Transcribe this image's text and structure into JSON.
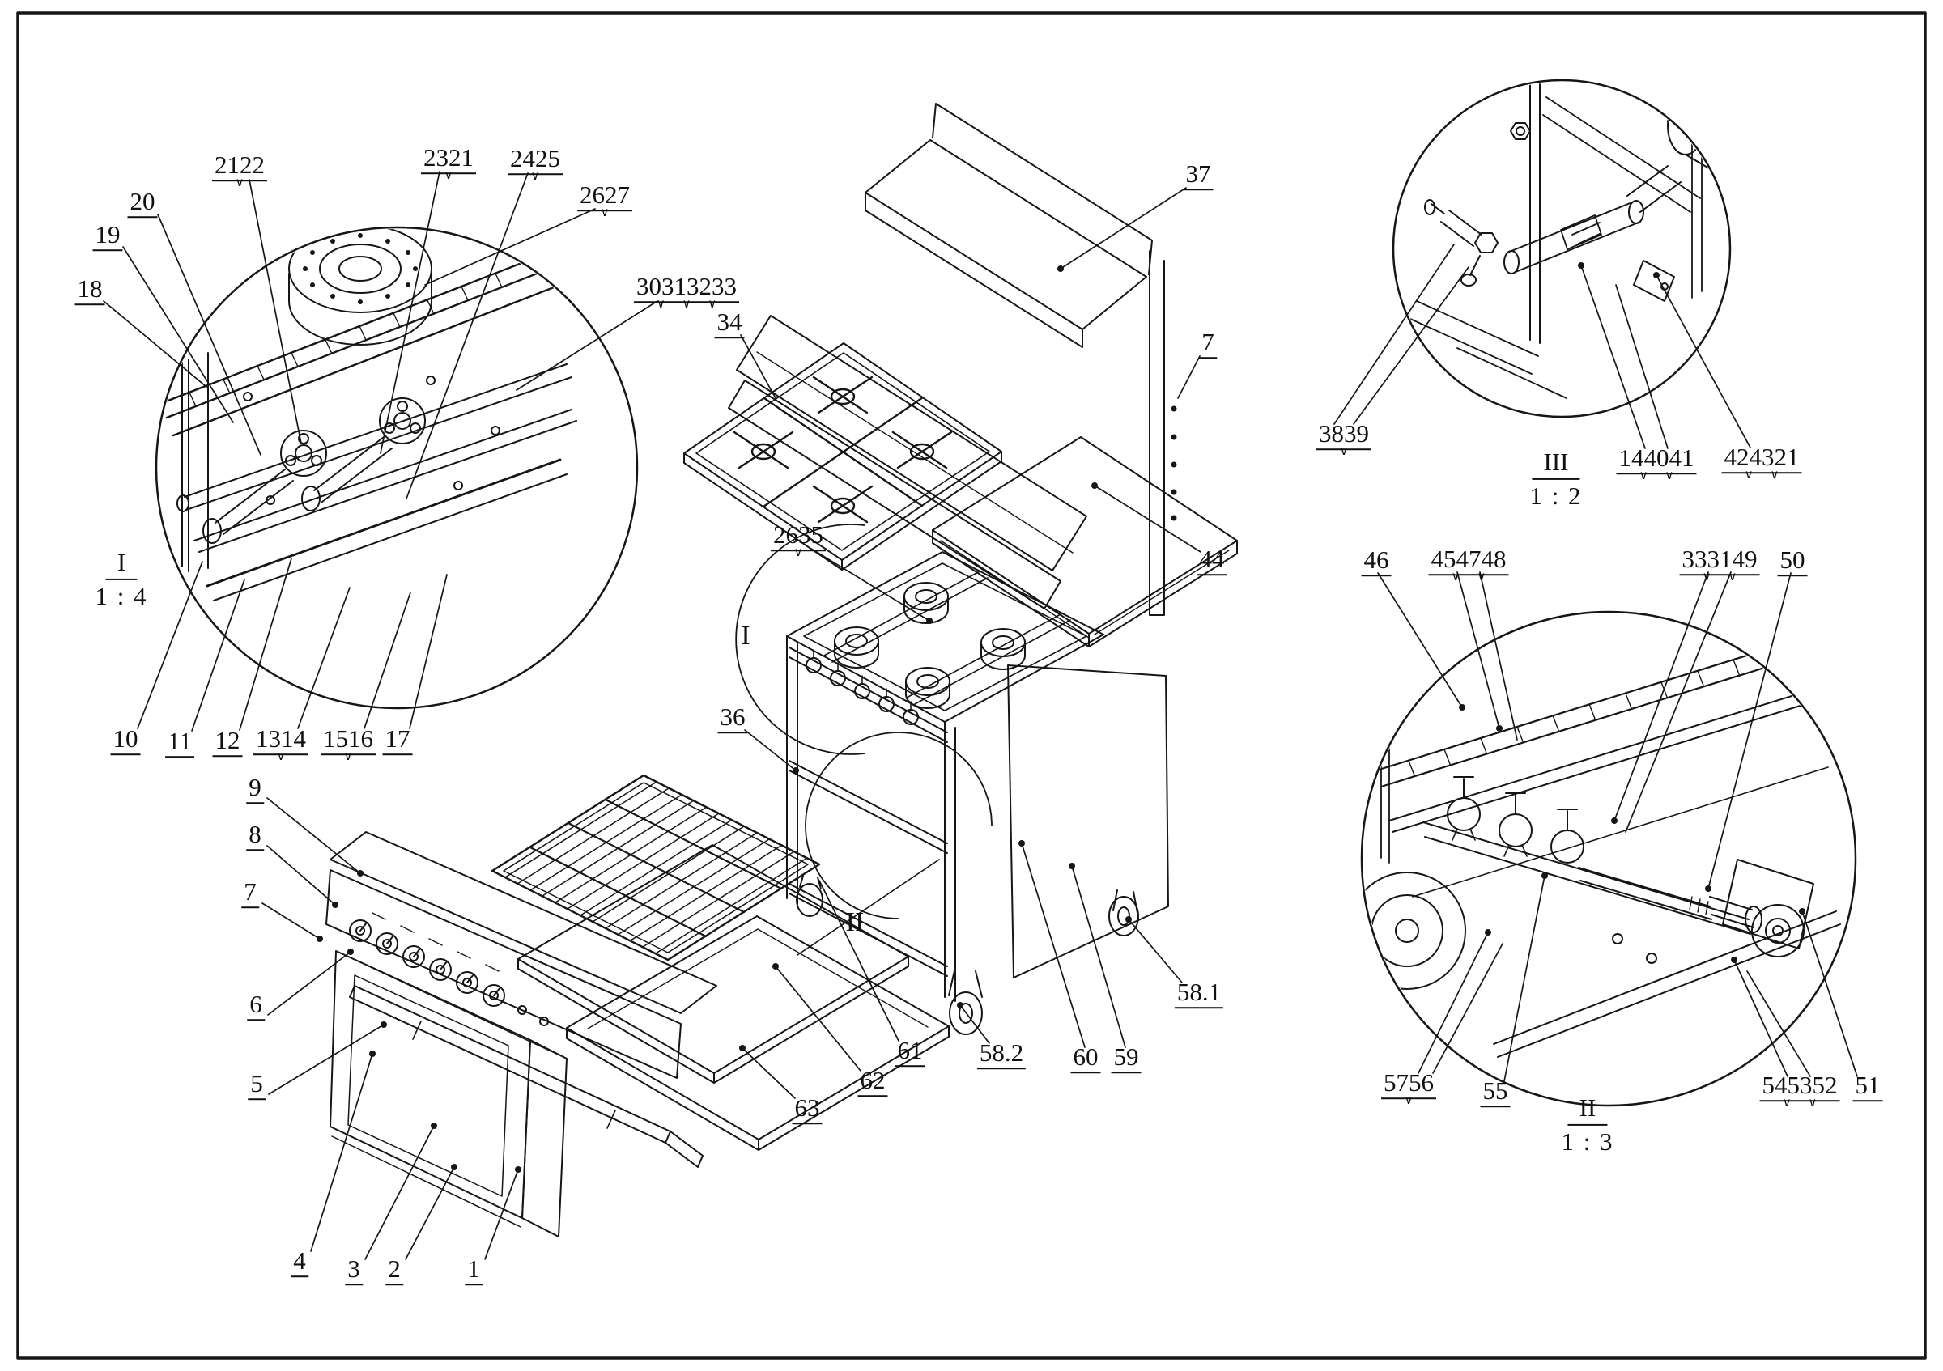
{
  "figure": {
    "kind": "patent-style exploded assembly drawing",
    "subject": "four-burner gas range with oven, casters and detail views",
    "line_color": "#111111",
    "background_color": "#ffffff"
  },
  "detail_views": [
    {
      "marker": "I",
      "scale": "1 : 4"
    },
    {
      "marker": "III",
      "scale": "1 : 2"
    },
    {
      "marker": "II",
      "scale": "1 : 3"
    }
  ],
  "view_markers": [
    "I",
    "II"
  ],
  "callouts": [
    {
      "text": "18"
    },
    {
      "text": "19"
    },
    {
      "text": "20"
    },
    {
      "text": "2122",
      "ticks": "∨"
    },
    {
      "text": "2321",
      "ticks": "∨"
    },
    {
      "text": "2425",
      "ticks": "∨"
    },
    {
      "text": "2627",
      "ticks": "∨"
    },
    {
      "text": "30313233",
      "ticks": "∨ ∨ ∨"
    },
    {
      "text": "10"
    },
    {
      "text": "11"
    },
    {
      "text": "12"
    },
    {
      "text": "1314",
      "ticks": "∨"
    },
    {
      "text": "1516",
      "ticks": "∨"
    },
    {
      "text": "17"
    },
    {
      "text": "9"
    },
    {
      "text": "8"
    },
    {
      "text": "7"
    },
    {
      "text": "6"
    },
    {
      "text": "5"
    },
    {
      "text": "4"
    },
    {
      "text": "3"
    },
    {
      "text": "2"
    },
    {
      "text": "1"
    },
    {
      "text": "37"
    },
    {
      "text": "7"
    },
    {
      "text": "34"
    },
    {
      "text": "44"
    },
    {
      "text": "2635",
      "ticks": "∨"
    },
    {
      "text": "36"
    },
    {
      "text": "61"
    },
    {
      "text": "62"
    },
    {
      "text": "63"
    },
    {
      "text": "58.2"
    },
    {
      "text": "60"
    },
    {
      "text": "59"
    },
    {
      "text": "58.1"
    },
    {
      "text": "3839",
      "ticks": "∨"
    },
    {
      "text": "144041",
      "ticks": "∨ ∨"
    },
    {
      "text": "424321",
      "ticks": "∨ ∨"
    },
    {
      "text": "46"
    },
    {
      "text": "454748",
      "ticks": "∨ ∨"
    },
    {
      "text": "333149",
      "ticks": "∨ ∨"
    },
    {
      "text": "50"
    },
    {
      "text": "5756",
      "ticks": "∨"
    },
    {
      "text": "55"
    },
    {
      "text": "545352",
      "ticks": "∨ ∨"
    },
    {
      "text": "51"
    }
  ]
}
